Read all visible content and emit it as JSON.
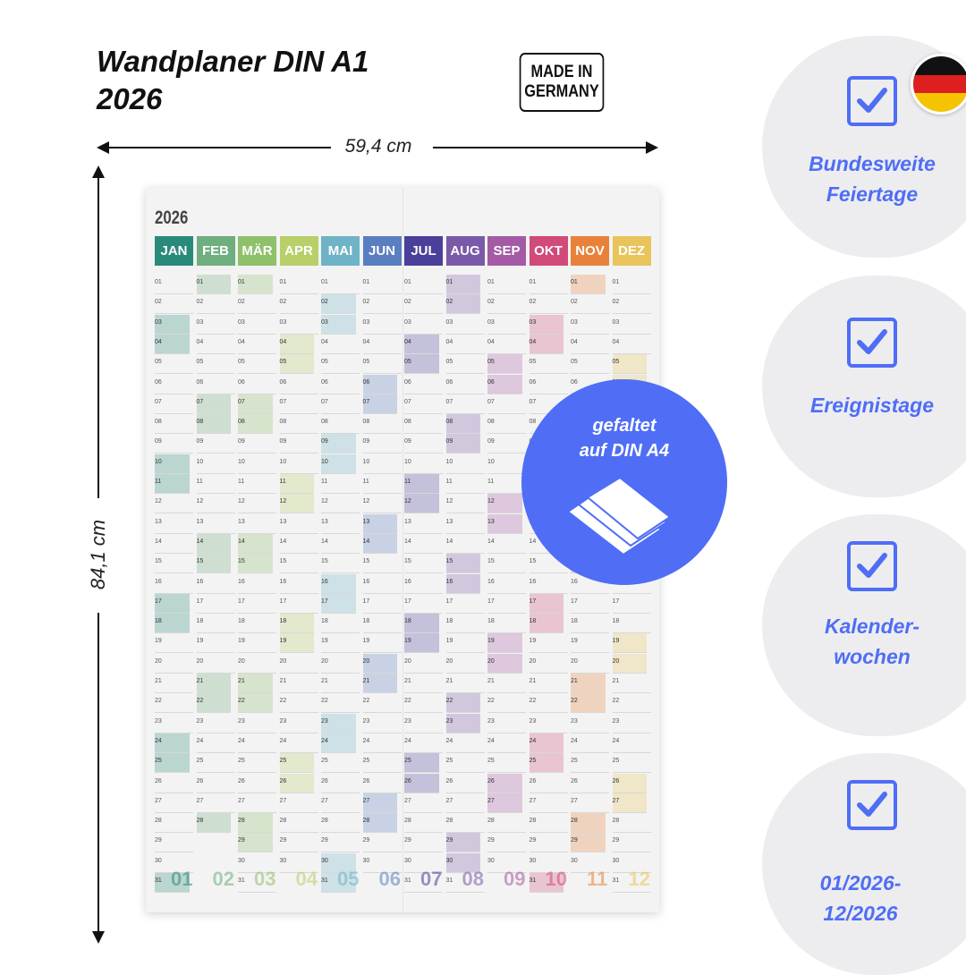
{
  "title_line1": "Wandplaner DIN A1",
  "title_line2": "2026",
  "made_in_line1": "MADE IN",
  "made_in_line2": "GERMANY",
  "width_label": "59,4 cm",
  "height_label": "84,1 cm",
  "poster": {
    "year": "2026",
    "months": [
      {
        "label": "JAN",
        "color": "#2a8a7a",
        "days": 31
      },
      {
        "label": "FEB",
        "color": "#6fae7f",
        "days": 28
      },
      {
        "label": "MÄR",
        "color": "#8fc06a",
        "days": 31
      },
      {
        "label": "APR",
        "color": "#b8cf6a",
        "days": 30
      },
      {
        "label": "MAI",
        "color": "#6fb3c6",
        "days": 31
      },
      {
        "label": "JUN",
        "color": "#5a7fc0",
        "days": 30
      },
      {
        "label": "JUL",
        "color": "#4a3f9a",
        "days": 31
      },
      {
        "label": "AUG",
        "color": "#7a5aa8",
        "days": 31
      },
      {
        "label": "SEP",
        "color": "#a45aa5",
        "days": 30
      },
      {
        "label": "OKT",
        "color": "#d14a7a",
        "days": 31
      },
      {
        "label": "NOV",
        "color": "#e8823a",
        "days": 30
      },
      {
        "label": "DEZ",
        "color": "#e8c45a",
        "days": 31
      }
    ],
    "big_numbers": [
      "01",
      "02",
      "03",
      "04",
      "05",
      "06",
      "07",
      "08",
      "09",
      "10",
      "11",
      "12"
    ]
  },
  "badge": {
    "line1": "gefaltet",
    "line2": "auf DIN A4"
  },
  "features": [
    {
      "label_line1": "Bundesweite",
      "label_line2": "Feiertage"
    },
    {
      "label_line1": "Ereignistage",
      "label_line2": ""
    },
    {
      "label_line1": "Kalender-",
      "label_line2": "wochen"
    },
    {
      "label_line1": "01/2026-",
      "label_line2": "12/2026"
    }
  ],
  "colors": {
    "accent": "#4f6ef5",
    "panel": "#ededf0"
  },
  "icons": [
    "check-icon",
    "germany-flag-icon",
    "folded-paper-icon"
  ]
}
